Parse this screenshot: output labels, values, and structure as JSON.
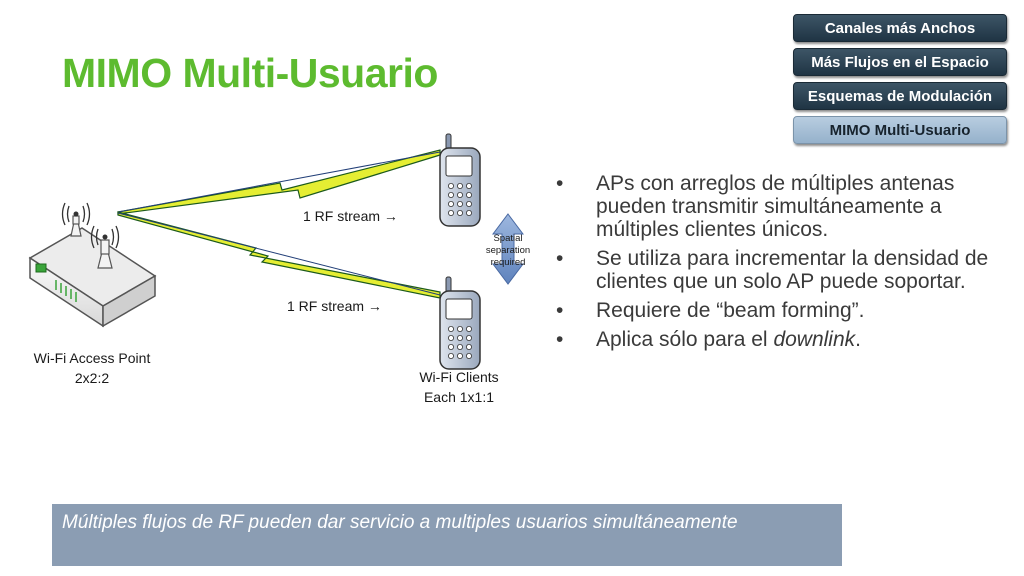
{
  "title": "MIMO Multi-Usuario",
  "nav": {
    "items": [
      {
        "label": "Canales más Anchos"
      },
      {
        "label": "Más Flujos en el Espacio"
      },
      {
        "label": "Esquemas de Modulación"
      },
      {
        "label": "MIMO Multi-Usuario"
      }
    ],
    "active_index": 3
  },
  "diagram": {
    "ap_label_1": "Wi-Fi Access Point",
    "ap_label_2": "2x2:2",
    "stream_label_top": "1 RF stream →",
    "stream_label_bottom": "1 RF stream →",
    "spatial_1": "Spatial",
    "spatial_2": "separation",
    "spatial_3": "required",
    "clients_label_1": "Wi-Fi Clients",
    "clients_label_2": "Each 1x1:1",
    "colors": {
      "beam_fill": "#e5ee33",
      "beam_stroke": "#1c5a1c",
      "arrow": "#7f9fcf"
    }
  },
  "bullets": [
    {
      "text": "APs con arreglos de múltiples antenas pueden transmitir simultáneamente a múltiples clientes únicos."
    },
    {
      "text": "Se utiliza para incrementar la densidad de clientes que un solo AP puede soportar."
    },
    {
      "text": "Requiere de “beam forming”."
    },
    {
      "text_pre": "Aplica sólo para el ",
      "text_em": "downlink",
      "text_post": "."
    }
  ],
  "footer": {
    "text": "Múltiples flujos de RF pueden  dar servicio a multiples usuarios simultáneamente"
  },
  "colors": {
    "title": "#5dbb2f",
    "footer_bg": "#8b9db3",
    "nav_dark": "#2b4152",
    "nav_active": "#a8c0d8"
  }
}
